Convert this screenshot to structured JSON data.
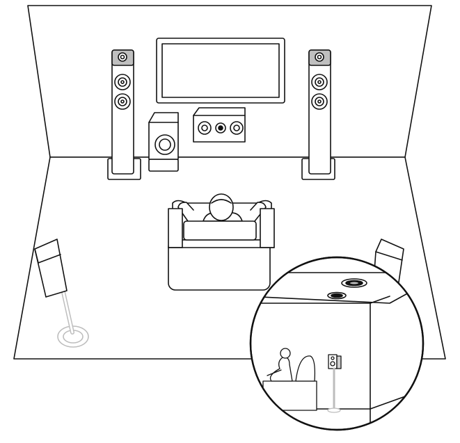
{
  "diagram": {
    "kind": "home-theater-speaker-layout",
    "speakers": [
      {
        "name": "front-left-tower-speaker"
      },
      {
        "name": "front-right-tower-speaker"
      },
      {
        "name": "center-channel-speaker"
      },
      {
        "name": "subwoofer"
      },
      {
        "name": "surround-left-speaker"
      },
      {
        "name": "surround-right-speaker"
      },
      {
        "name": "ceiling-speaker-front"
      },
      {
        "name": "ceiling-speaker-rear"
      }
    ],
    "colors": {
      "stroke": "#111111",
      "fill": "#ffffff",
      "light_stroke": "#bdbdbd",
      "tweeter_fill": "#bfbfbf"
    }
  }
}
